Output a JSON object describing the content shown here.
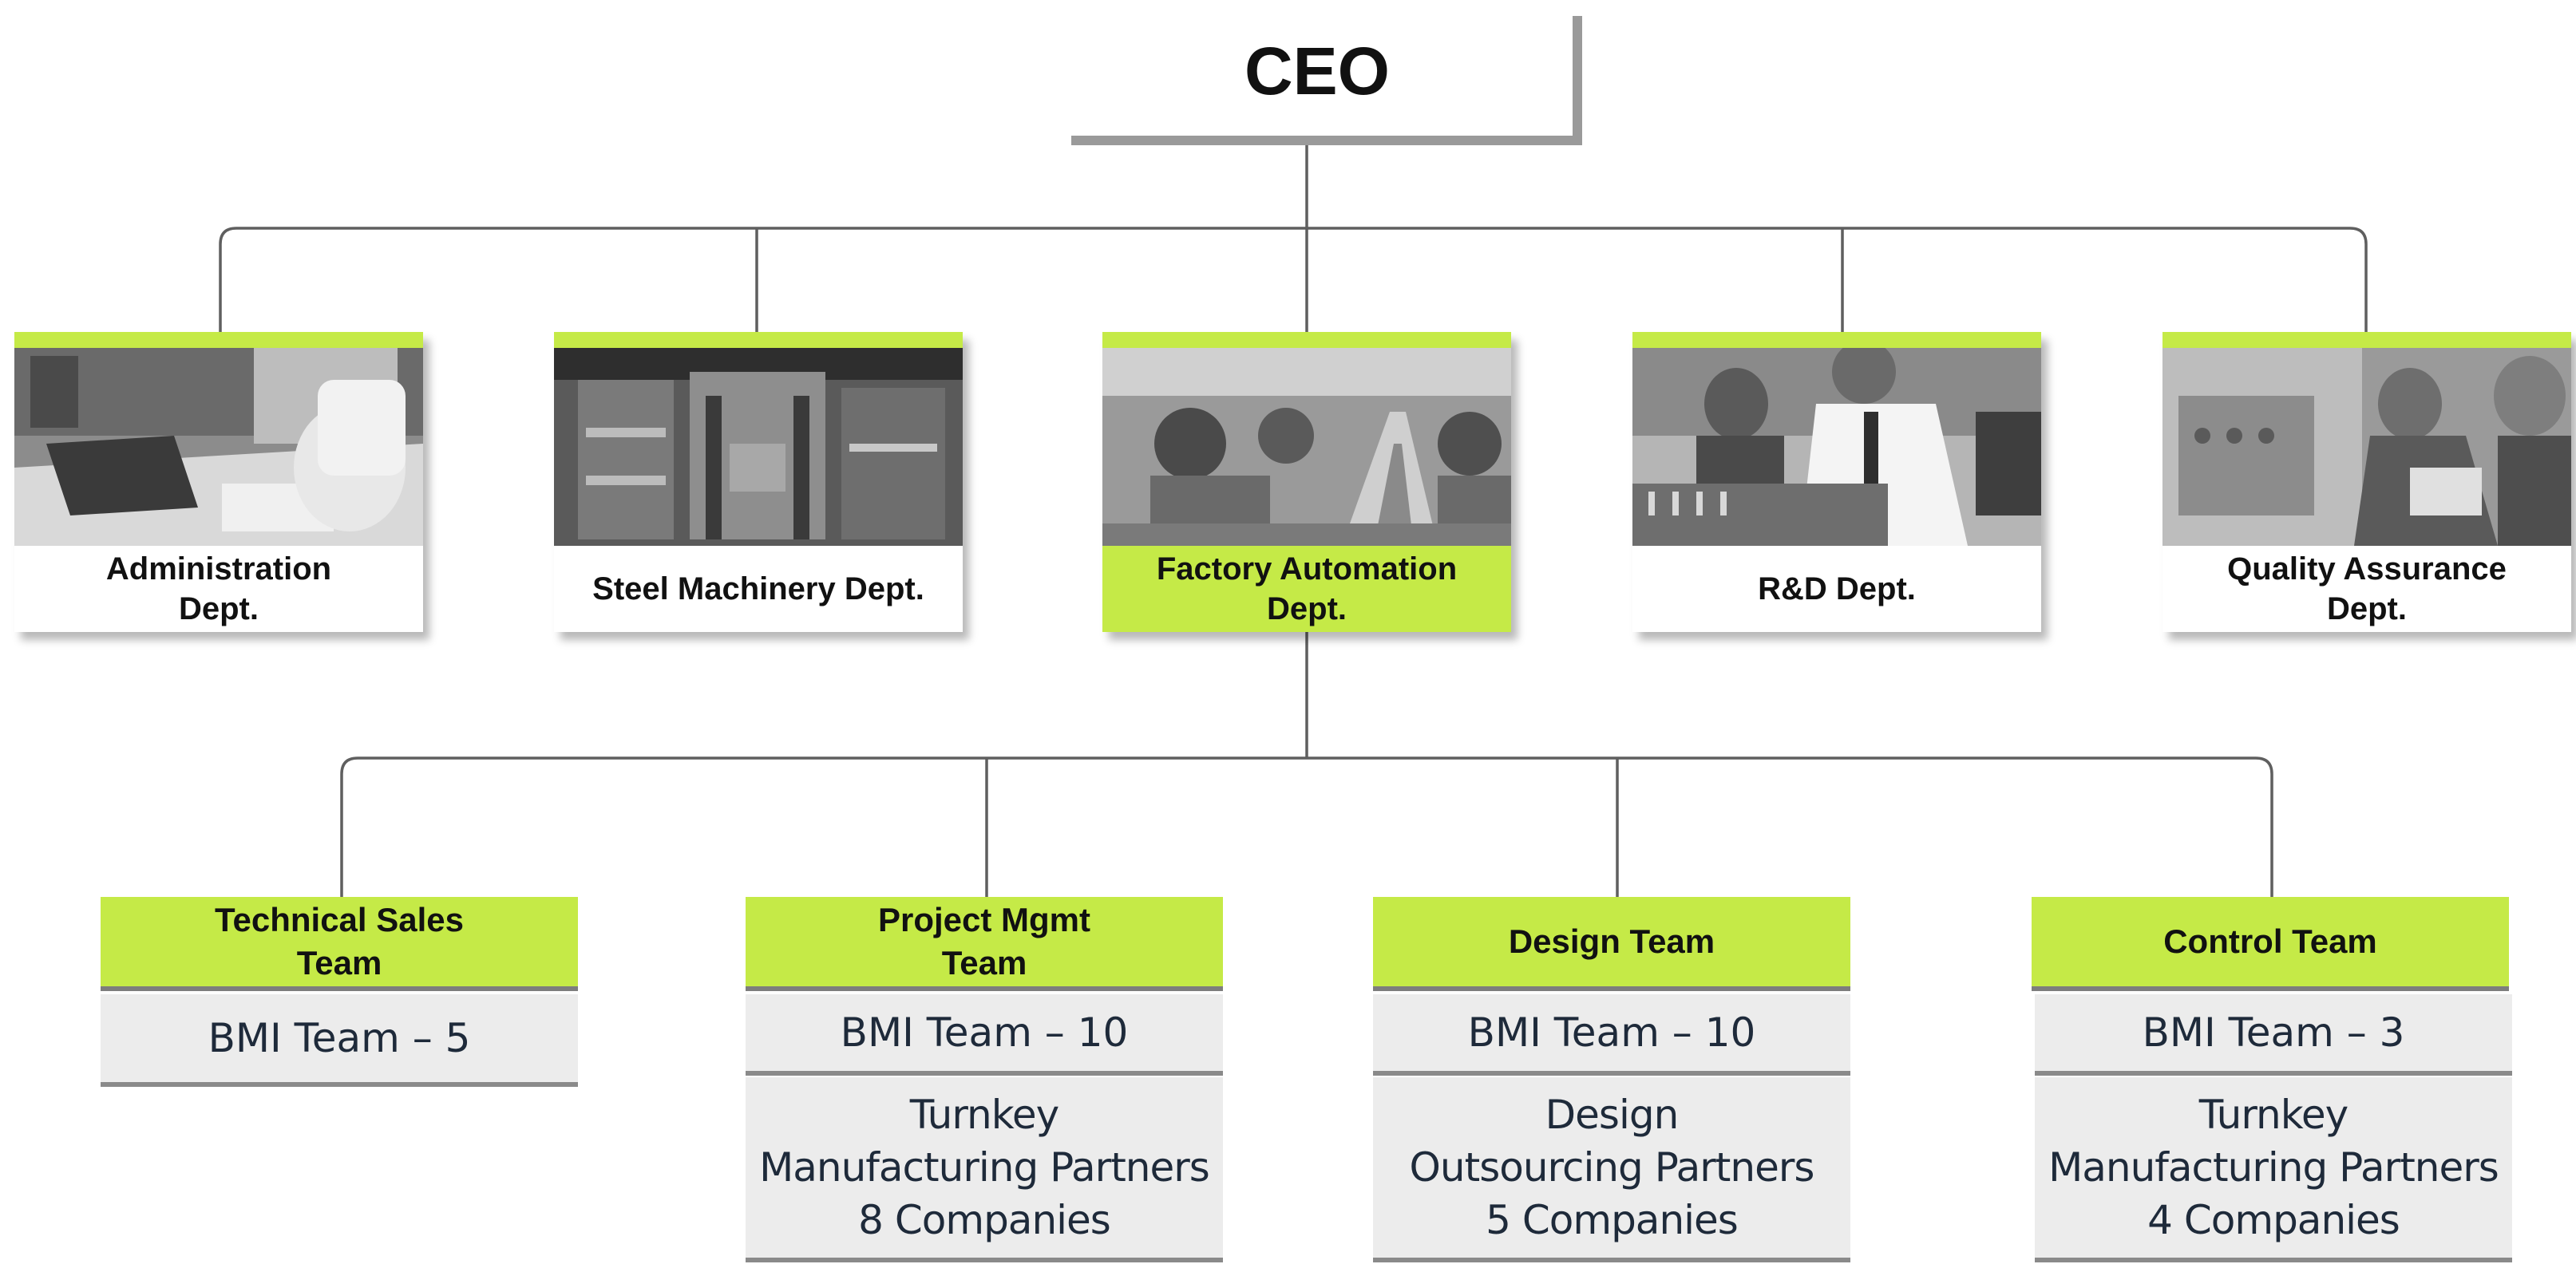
{
  "ceo": {
    "title": "CEO"
  },
  "departments": [
    {
      "label": "Administration\nDept.",
      "photo_icon": "office-desk-photo",
      "highlight": false
    },
    {
      "label": "Steel Machinery Dept.",
      "photo_icon": "heavy-machinery-photo",
      "highlight": false
    },
    {
      "label": "Factory Automation\nDept.",
      "photo_icon": "robot-assembly-line-photo",
      "highlight": true
    },
    {
      "label": "R&D Dept.",
      "photo_icon": "lab-engineer-photo",
      "highlight": false
    },
    {
      "label": "Quality Assurance\nDept.",
      "photo_icon": "inspection-workers-photo",
      "highlight": false
    }
  ],
  "teams": [
    {
      "title": "Technical Sales\nTeam",
      "rows": [
        "BMI Team – 5"
      ]
    },
    {
      "title": "Project Mgmt\nTeam",
      "rows": [
        "BMI Team – 10",
        "Turnkey\nManufacturing Partners\n8 Companies"
      ]
    },
    {
      "title": "Design Team",
      "rows": [
        "BMI Team – 10",
        "Design\nOutsourcing Partners\n5 Companies"
      ]
    },
    {
      "title": "Control Team",
      "rows": [
        "BMI Team – 3",
        "Turnkey\nManufacturing Partners\n4 Companies"
      ]
    }
  ],
  "colors": {
    "accent": "#c5ea47",
    "connector": "#5f5f5f",
    "row_background": "#ececec",
    "row_text": "#1e2a3a"
  }
}
